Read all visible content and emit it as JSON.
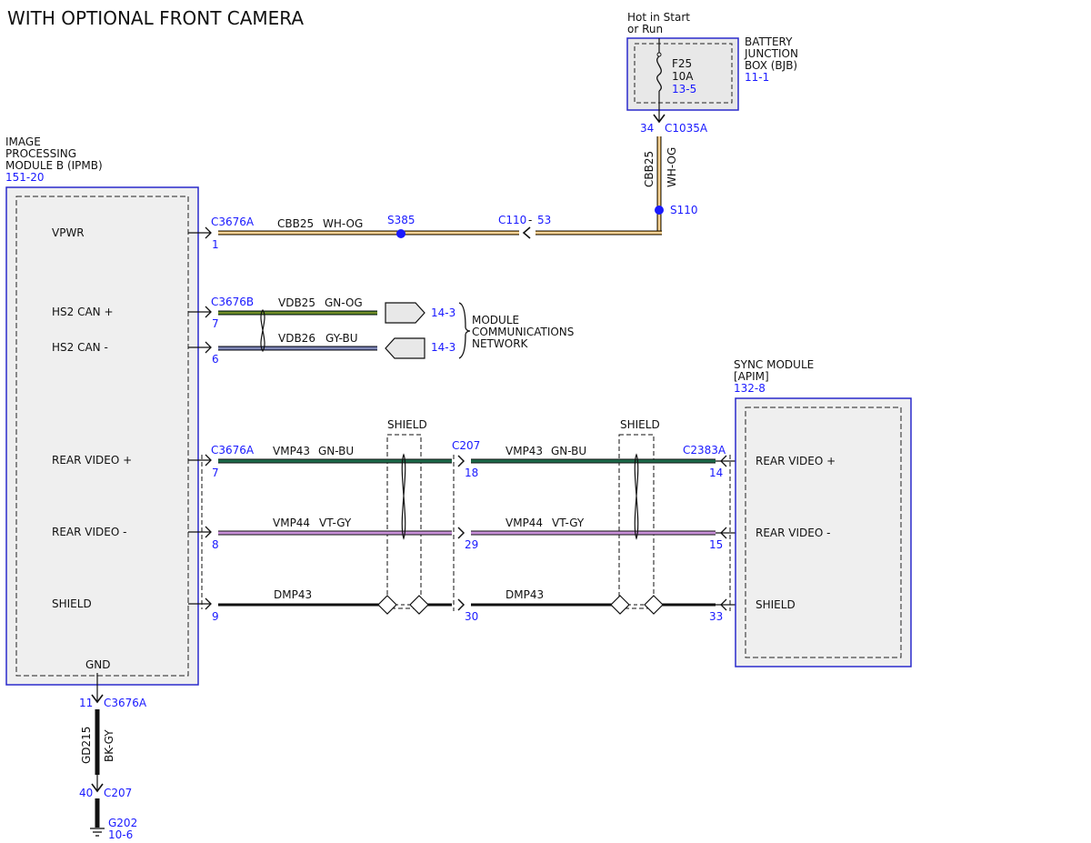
{
  "title": "WITH OPTIONAL FRONT CAMERA",
  "colors": {
    "ref_blue": "#1a1aff",
    "module_border": "#2a2acc",
    "module_fill": "#efefef",
    "wh_og": "#e8a838",
    "gn_og": "#2e7d1e",
    "gy_bu": "#5560a8",
    "gn_bu": "#1d6b4a",
    "vt_gy": "#c890d8",
    "bk_gy": "#111111"
  },
  "fuse_box": {
    "supply": [
      "Hot in Start",
      "or Run"
    ],
    "label": [
      "BATTERY",
      "JUNCTION",
      "BOX (BJB)"
    ],
    "ref": "11-1",
    "fuse_name": "F25",
    "fuse_rating": "10A",
    "fuse_ref": "13-5",
    "pin": "34",
    "connector": "C1035A",
    "circuit": "CBB25",
    "color": "WH-OG",
    "splice": "S110"
  },
  "ipmb": {
    "label": [
      "IMAGE",
      "PROCESSING",
      "MODULE B (IPMB)"
    ],
    "ref": "151-20",
    "pins": [
      "VPWR",
      "HS2 CAN +",
      "HS2 CAN -",
      "REAR VIDEO +",
      "REAR VIDEO -",
      "SHIELD"
    ],
    "gnd": "GND"
  },
  "vpwr": {
    "connector": "C3676A",
    "pin": "1",
    "circuit": "CBB25",
    "color": "WH-OG",
    "splice": "S385",
    "inline_connector": "C110",
    "inline_sep": "-",
    "inline_pin": "53"
  },
  "can": {
    "connector": "C3676B",
    "plus": {
      "pin": "7",
      "circuit": "VDB25",
      "color": "GN-OG",
      "ref": "14-3"
    },
    "minus": {
      "pin": "6",
      "circuit": "VDB26",
      "color": "GY-BU",
      "ref": "14-3"
    },
    "network": [
      "MODULE",
      "COMMUNICATIONS",
      "NETWORK"
    ]
  },
  "video": {
    "left_connector": "C3676A",
    "mid_connector": "C207",
    "right_connector": "C2383A",
    "shield_label": "SHIELD",
    "plus": {
      "left_pin": "7",
      "mid_pin": "18",
      "right_pin": "14",
      "circuit": "VMP43",
      "color": "GN-BU"
    },
    "minus": {
      "left_pin": "8",
      "mid_pin": "29",
      "right_pin": "15",
      "circuit": "VMP44",
      "color": "VT-GY"
    },
    "drain": {
      "left_pin": "9",
      "mid_pin": "30",
      "right_pin": "33",
      "circuit": "DMP43"
    }
  },
  "sync": {
    "label": [
      "SYNC MODULE",
      "[APIM]"
    ],
    "ref": "132-8",
    "pins": [
      "REAR VIDEO +",
      "REAR VIDEO -",
      "SHIELD"
    ]
  },
  "ground": {
    "pin_top": "11",
    "connector_top": "C3676A",
    "circuit": "GD215",
    "color": "BK-GY",
    "pin_bottom": "40",
    "connector_bottom": "C207",
    "ground_point": "G202",
    "ref": "10-6"
  }
}
